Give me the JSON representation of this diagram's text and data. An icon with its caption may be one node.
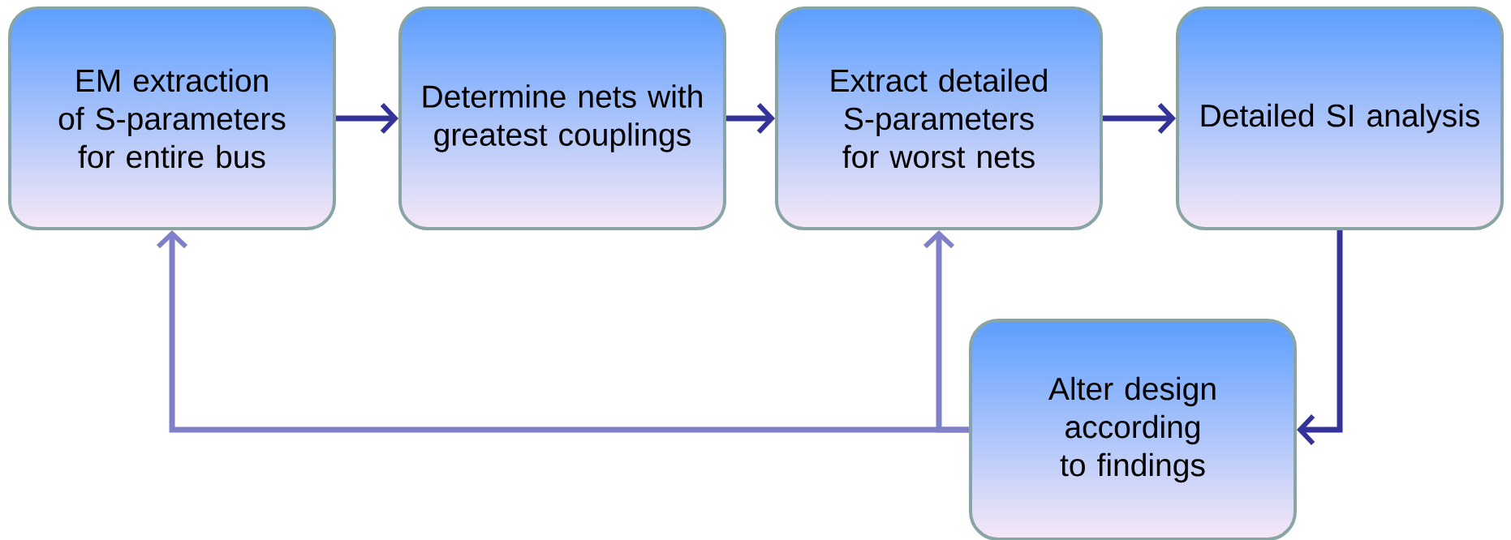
{
  "diagram": {
    "nodes": [
      {
        "text": [
          "EM extraction of S-parameters for entire bus"
        ]
      },
      {
        "text": [
          "Determine nets with greatest couplings"
        ]
      },
      {
        "text": [
          "Extract detailed S-parameters for worst nets"
        ]
      },
      {
        "text": [
          "Detailed SI analysis"
        ]
      },
      {
        "text": [
          "Alter design according to findings"
        ]
      }
    ],
    "edges": [
      {
        "from": 0,
        "to": 1,
        "arrow": "to"
      },
      {
        "from": 1,
        "to": 2,
        "arrow": "to"
      },
      {
        "from": 2,
        "to": 3,
        "arrow": "to"
      },
      {
        "from": 3,
        "to": 4,
        "arrow": "to"
      },
      {
        "from": 4,
        "to": 0,
        "arrow": "to",
        "color": "#8080c8"
      },
      {
        "from": 4,
        "to": 2,
        "arrow": "to",
        "color": "#8080c8"
      }
    ]
  }
}
